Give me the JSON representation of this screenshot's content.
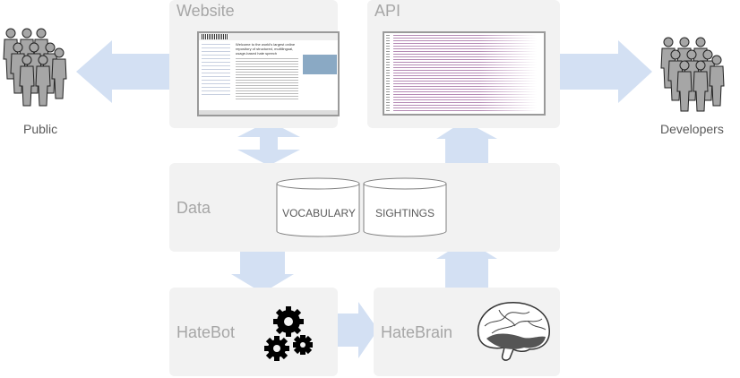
{
  "nodes": {
    "website": {
      "title": "Website",
      "screenshot_headline": "Welcome to the world's largest online repository of structured, multilingual, usage-based hate speech"
    },
    "api": {
      "title": "API"
    },
    "data": {
      "title": "Data",
      "stores": [
        "VOCABULARY",
        "SIGHTINGS"
      ]
    },
    "hatebot": {
      "title": "HateBot",
      "icon": "gears-icon"
    },
    "hatebrain": {
      "title": "HateBrain",
      "icon": "brain-icon"
    }
  },
  "actors": {
    "public": {
      "label": "Public",
      "icon": "people-group-icon"
    },
    "developers": {
      "label": "Developers",
      "icon": "people-group-icon"
    }
  },
  "colors": {
    "box": "#f2f2f2",
    "arrow": "#d3e0f3",
    "title": "#a6a6a6"
  }
}
